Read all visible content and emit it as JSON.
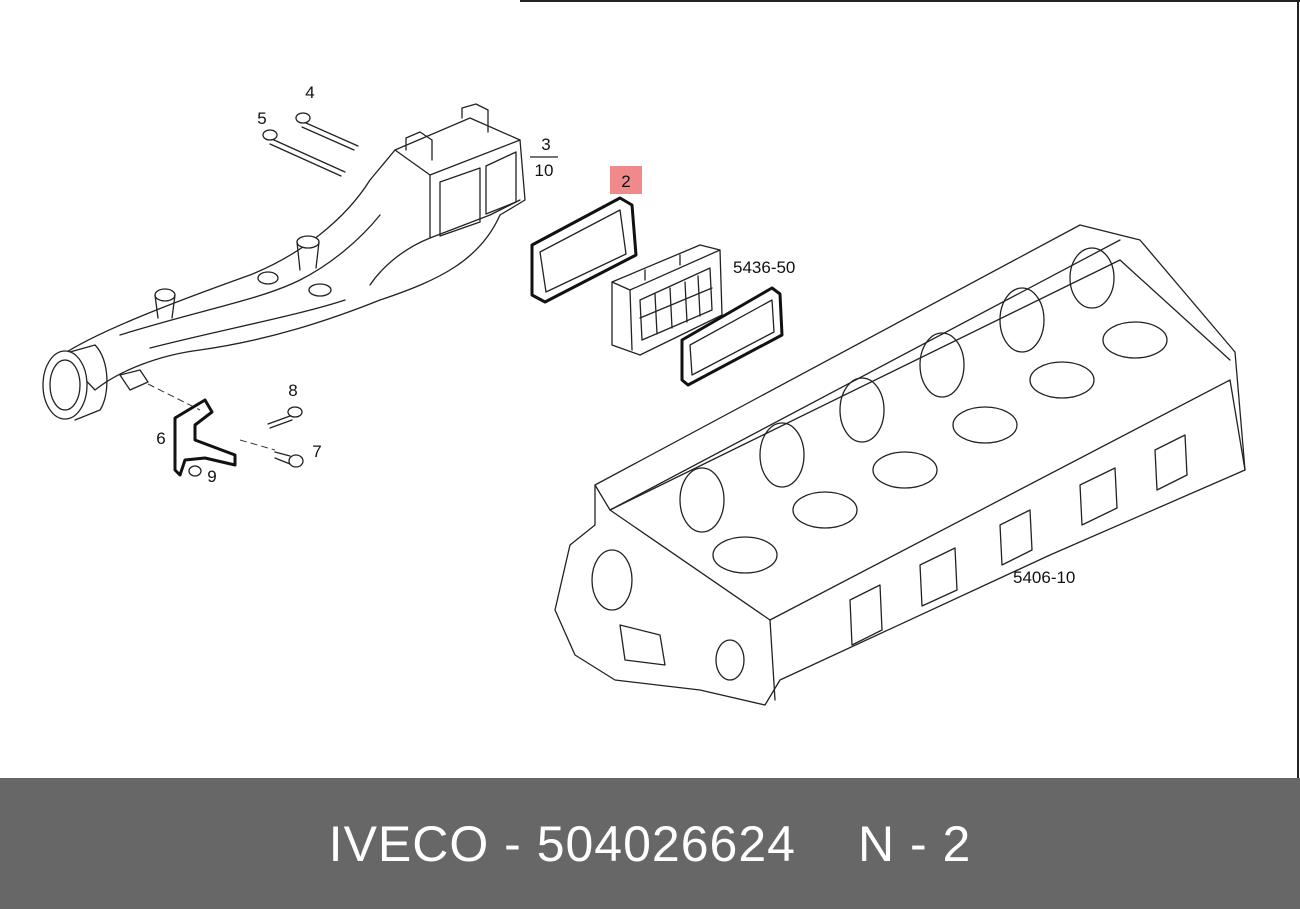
{
  "callouts": {
    "c2": "2",
    "c3": "3",
    "c10": "10",
    "c4": "4",
    "c5": "5",
    "c6": "6",
    "c7": "7",
    "c8": "8",
    "c9": "9",
    "c5436": "5436-50",
    "c5406": "5406-10"
  },
  "highlight_color": "#f08a8a",
  "footer": {
    "brand_part": "IVECO - 504026624",
    "ref": "N - 2",
    "background": "#676767"
  }
}
